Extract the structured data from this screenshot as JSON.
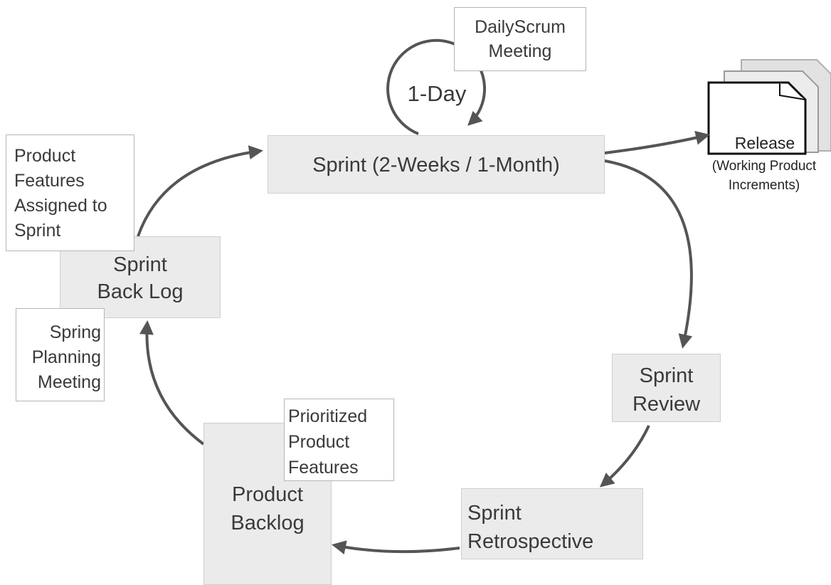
{
  "daily_meeting": {
    "lines": [
      "DailyScrum",
      "Meeting"
    ]
  },
  "cycle": {
    "label": "1-Day"
  },
  "sprint": {
    "label": "Sprint (2-Weeks / 1-Month)"
  },
  "release": {
    "label": "Release",
    "caption_lines": [
      "(Working Product",
      "Increments)"
    ]
  },
  "features_note": {
    "lines": [
      "Product",
      "Features",
      "Assigned to",
      "Sprint"
    ]
  },
  "sprint_backlog": {
    "lines": [
      "Sprint",
      "Back Log"
    ]
  },
  "planning_note": {
    "lines": [
      "Spring",
      "Planning",
      "Meeting"
    ]
  },
  "prioritized_note": {
    "lines": [
      "Prioritized",
      "Product",
      "Features"
    ]
  },
  "product_backlog": {
    "lines": [
      "Product",
      "Backlog"
    ]
  },
  "sprint_review": {
    "lines": [
      "Sprint",
      "Review"
    ]
  },
  "sprint_retrospective": {
    "lines": [
      "Sprint",
      "Retrospective"
    ]
  },
  "colors": {
    "box_fill": "#ebebeb",
    "arrow": "#555555",
    "text": "#3a3a3a"
  }
}
